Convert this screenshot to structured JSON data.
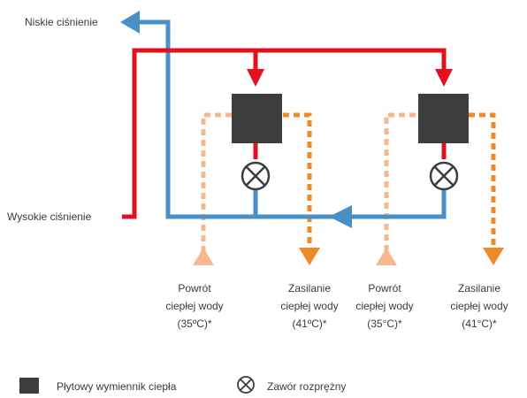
{
  "labels": {
    "low_pressure": "Niskie ciśnienie",
    "high_pressure": "Wysokie ciśnienie"
  },
  "captions": [
    {
      "line1": "Powrót",
      "line2": "ciepłej wody",
      "line3": "(35ºC)*"
    },
    {
      "line1": "Zasilanie",
      "line2": "ciepłej wody",
      "line3": "(41ºC)*"
    },
    {
      "line1": "Powrót",
      "line2": "ciepłej wody",
      "line3": "(35°C)*"
    },
    {
      "line1": "Zasilanie",
      "line2": "ciepłej wody",
      "line3": "(41°C)*"
    }
  ],
  "legend": {
    "heat_exchanger": "Płytowy wymiennik ciepła",
    "expansion_valve": "Zawór rozprężny"
  },
  "colors": {
    "high_pressure_line": "#e3101f",
    "low_pressure_line": "#4a90c8",
    "water_return": "#f6b88f",
    "water_supply": "#ee8a2c",
    "heat_exchanger": "#3d3d3d",
    "valve": "#3d3d3d"
  }
}
